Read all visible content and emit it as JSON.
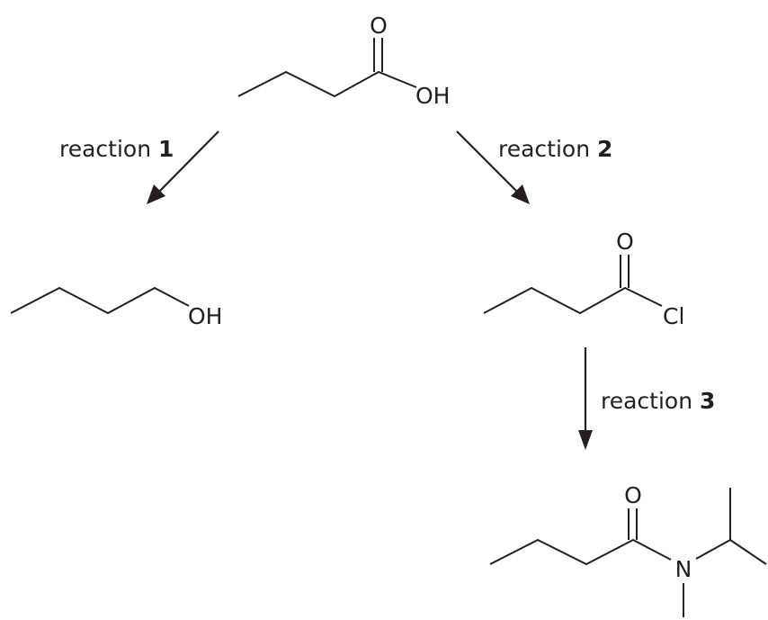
{
  "compounds": {
    "butanoic_acid": {
      "carbonyl_oxygen": "O",
      "hydroxyl": "OH"
    },
    "butanol": {
      "hydroxyl": "OH"
    },
    "butanoyl_chloride": {
      "carbonyl_oxygen": "O",
      "chlorine": "Cl"
    },
    "amide": {
      "carbonyl_oxygen": "O",
      "nitrogen": "N"
    }
  },
  "reactions": [
    {
      "prefix": "reaction ",
      "number": "1"
    },
    {
      "prefix": "reaction ",
      "number": "2"
    },
    {
      "prefix": "reaction ",
      "number": "3"
    }
  ],
  "colors": {
    "ink": "#231f20",
    "background": "#ffffff"
  }
}
